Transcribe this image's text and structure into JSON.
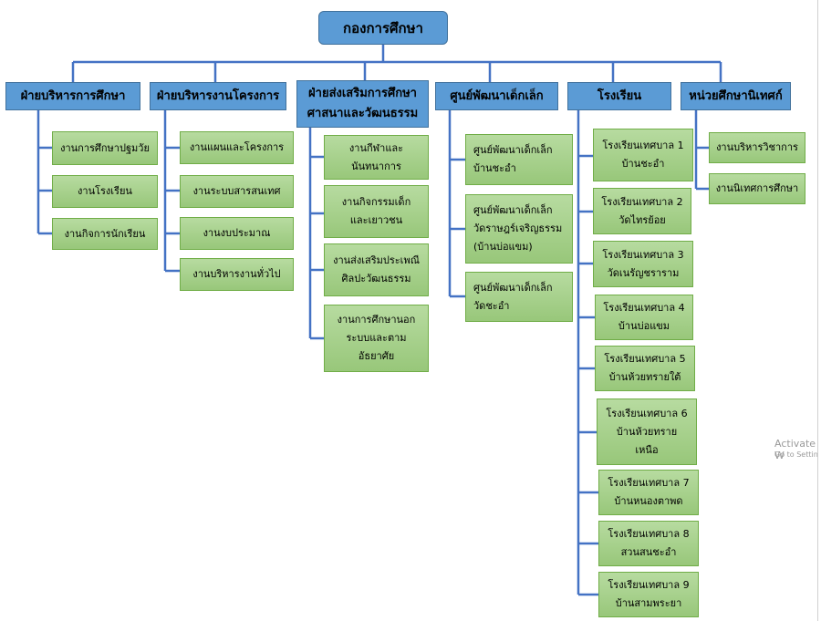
{
  "top": {
    "label": "กองการศึกษา"
  },
  "departments": [
    {
      "label": "ฝ่ายบริหารการศึกษา"
    },
    {
      "label": "ฝ่ายบริหารงานโครงการ"
    },
    {
      "label": "ฝ่ายส่งเสริมการศึกษา\nศาสนาและวัฒนธรรม"
    },
    {
      "label": "ศูนย์พัฒนาเด็กเล็ก"
    },
    {
      "label": "โรงเรียน"
    },
    {
      "label": "หน่วยศึกษานิเทศก์"
    }
  ],
  "units": {
    "education_admin": [
      "งานการศึกษาปฐมวัย",
      "งานโรงเรียน",
      "งานกิจการนักเรียน"
    ],
    "project_admin": [
      "งานแผนและโครงการ",
      "งานระบบสารสนเทศ",
      "งานงบประมาณ",
      "งานบริหารงานทั่วไป"
    ],
    "promotion": [
      "งานกีฬาและ\nนันทนาการ",
      "งานกิจกรรมเด็ก\nและเยาวชน",
      "งานส่งเสริมประเพณี\nศิลปะวัฒนธรรม",
      "งานการศึกษานอก\nระบบและตาม\nอัธยาศัย"
    ],
    "child_centers": [
      "ศูนย์พัฒนาเด็กเล็ก\nบ้านชะอำ",
      "ศูนย์พัฒนาเด็กเล็ก\nวัดราษฎร์เจริญธรรม\n(บ้านบ่อแขม)",
      "ศูนย์พัฒนาเด็กเล็ก\nวัดชะอำ"
    ],
    "schools": [
      "โรงเรียนเทศบาล 1\nบ้านชะอำ",
      "โรงเรียนเทศบาล 2\nวัดไทรย้อย",
      "โรงเรียนเทศบาล 3\nวัดเนรัญชราราม",
      "โรงเรียนเทศบาล 4\nบ้านบ่อแขม",
      "โรงเรียนเทศบาล 5\nบ้านห้วยทรายใต้",
      "โรงเรียนเทศบาล 6\nบ้านห้วยทราย\nเหนือ",
      "โรงเรียนเทศบาล 7\nบ้านหนองตาพด",
      "โรงเรียนเทศบาล 8\nสวนสนชะอำ",
      "โรงเรียนเทศบาล 9\nบ้านสามพระยา"
    ],
    "supervision": [
      "งานบริหารวิชาการ",
      "งานนิเทศการศึกษา"
    ]
  },
  "watermark": {
    "line1": "Activate W",
    "line2": "Go to Settin"
  },
  "colors": {
    "dept_fill": "#5b9bd5",
    "unit_fill": "#a9d18e",
    "connector": "#4472c4"
  }
}
